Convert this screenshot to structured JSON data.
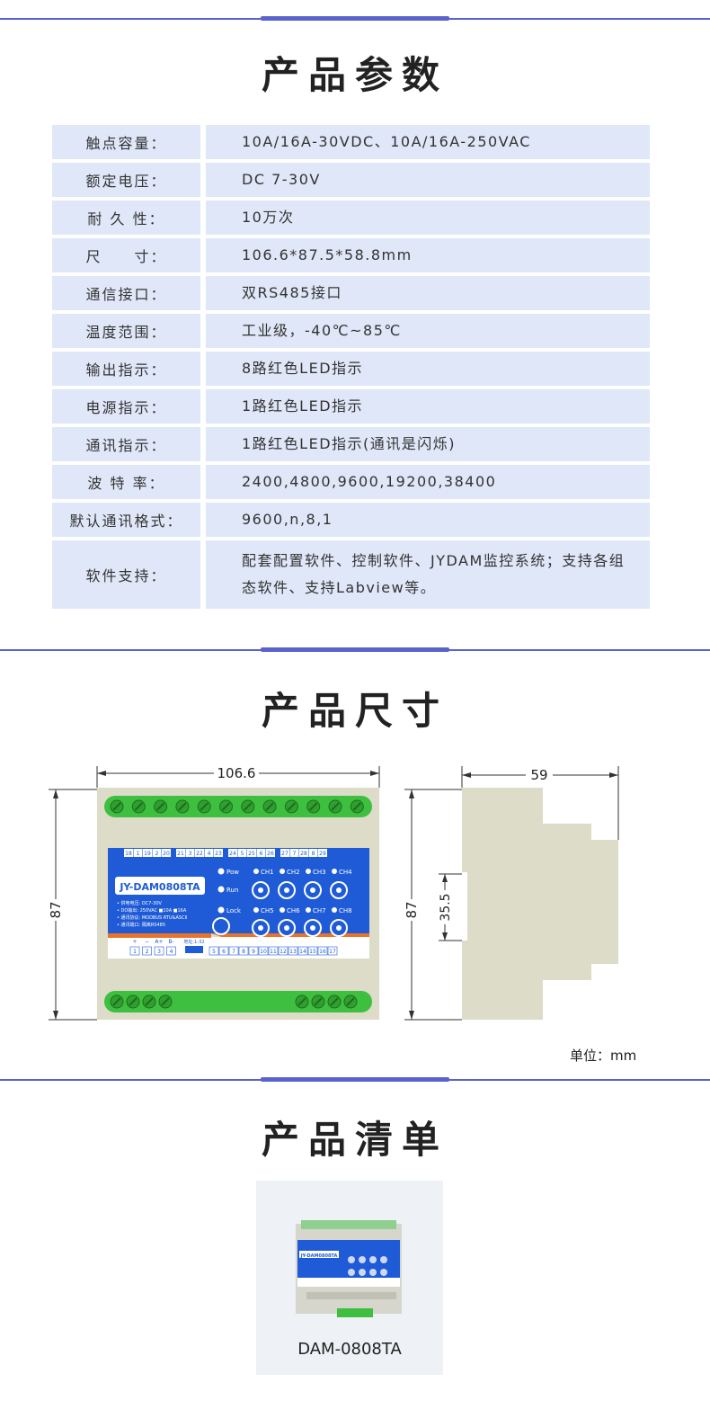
{
  "sections": {
    "params_title": "产品参数",
    "size_title": "产品尺寸",
    "list_title": "产品清单"
  },
  "specs": [
    {
      "label": "触点容量：",
      "value": "10A/16A-30VDC、10A/16A-250VAC"
    },
    {
      "label": "额定电压：",
      "value": "DC 7-30V"
    },
    {
      "label": "耐 久 性：",
      "value": "10万次"
    },
    {
      "label": "尺　　寸：",
      "value": "106.6*87.5*58.8mm"
    },
    {
      "label": "通信接口：",
      "value": "双RS485接口"
    },
    {
      "label": "温度范围：",
      "value": "工业级，-40℃~85℃"
    },
    {
      "label": "输出指示：",
      "value": "8路红色LED指示"
    },
    {
      "label": "电源指示：",
      "value": "1路红色LED指示"
    },
    {
      "label": "通讯指示：",
      "value": "1路红色LED指示(通讯是闪烁)"
    },
    {
      "label": "波 特 率：",
      "value": "2400,4800,9600,19200,38400"
    },
    {
      "label": "默认通讯格式：",
      "value": "9600,n,8,1"
    },
    {
      "label": "软件支持：",
      "value": "配套配置软件、控制软件、JYDAM监控系统；支持各组态软件、支持Labview等。"
    }
  ],
  "dimensions": {
    "width": "106.6",
    "height_front": "87",
    "height_side": "87",
    "depth": "59",
    "rail": "35.5",
    "unit": "单位：mm"
  },
  "device": {
    "model_label": "JY-DAM0808TA",
    "led_labels": [
      "Pow",
      "Run",
      "Lock"
    ],
    "channels_top": [
      "CH1",
      "CH2",
      "CH3",
      "CH4"
    ],
    "channels_bottom": [
      "CH5",
      "CH6",
      "CH7",
      "CH8"
    ],
    "info_lines": [
      "• 供电电压: DC7-30V",
      "• DO输出: 250VAC ■10A ■16A",
      "• 通讯协议: MODBUS RTU&ASCII",
      "• 通讯端口: 隔离RS485"
    ],
    "top_terminals": [
      "18",
      "1",
      "19",
      "2",
      "20",
      "21",
      "3",
      "22",
      "4",
      "23",
      "24",
      "5",
      "25",
      "6",
      "26",
      "27",
      "7",
      "28",
      "8",
      "29"
    ],
    "bottom_left_labels": [
      "+",
      "−",
      "A+",
      "B-"
    ],
    "bottom_terminals": [
      "1",
      "2",
      "3",
      "4",
      "5",
      "6",
      "7",
      "8",
      "9",
      "10",
      "11",
      "12",
      "13",
      "14",
      "15",
      "16",
      "17"
    ],
    "addr_label": "地址:1-32"
  },
  "product": {
    "caption": "DAM-0808TA",
    "thumb_label": "JY-DAM0808TA"
  },
  "colors": {
    "accent": "#5a63cc",
    "row_bg": "#dfe7f8",
    "device_blue": "#1f5bd6",
    "terminal_green": "#3fbf3f",
    "case_beige": "#dcdcc8"
  }
}
